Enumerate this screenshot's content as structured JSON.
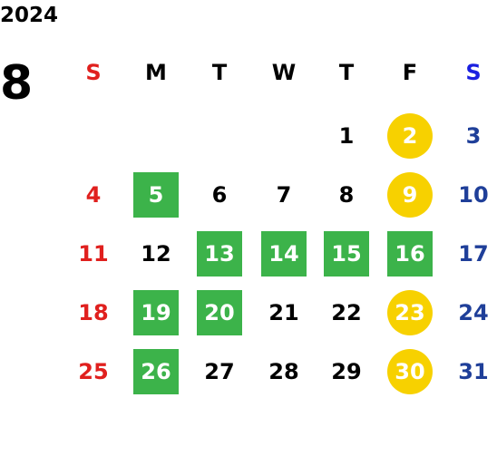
{
  "calendar": {
    "year": "2024",
    "month": "8",
    "weekdays": [
      {
        "label": "S",
        "color": "#e0201e"
      },
      {
        "label": "M",
        "color": "#000000"
      },
      {
        "label": "T",
        "color": "#000000"
      },
      {
        "label": "W",
        "color": "#000000"
      },
      {
        "label": "T",
        "color": "#000000"
      },
      {
        "label": "F",
        "color": "#000000"
      },
      {
        "label": "S",
        "color": "#1a1fe0"
      }
    ],
    "weeks": [
      [
        null,
        null,
        null,
        null,
        {
          "day": "1"
        },
        {
          "day": "2",
          "mark": "yellow"
        },
        {
          "day": "3"
        }
      ],
      [
        {
          "day": "4"
        },
        {
          "day": "5",
          "mark": "green"
        },
        {
          "day": "6"
        },
        {
          "day": "7"
        },
        {
          "day": "8"
        },
        {
          "day": "9",
          "mark": "yellow"
        },
        {
          "day": "10"
        }
      ],
      [
        {
          "day": "11"
        },
        {
          "day": "12"
        },
        {
          "day": "13",
          "mark": "green"
        },
        {
          "day": "14",
          "mark": "green"
        },
        {
          "day": "15",
          "mark": "green"
        },
        {
          "day": "16",
          "mark": "green"
        },
        {
          "day": "17"
        }
      ],
      [
        {
          "day": "18"
        },
        {
          "day": "19",
          "mark": "green"
        },
        {
          "day": "20",
          "mark": "green"
        },
        {
          "day": "21"
        },
        {
          "day": "22"
        },
        {
          "day": "23",
          "mark": "yellow"
        },
        {
          "day": "24"
        }
      ],
      [
        {
          "day": "25"
        },
        {
          "day": "26",
          "mark": "green"
        },
        {
          "day": "27"
        },
        {
          "day": "28"
        },
        {
          "day": "29"
        },
        {
          "day": "30",
          "mark": "yellow"
        },
        {
          "day": "31"
        }
      ]
    ],
    "colors": {
      "sunday": "#e0201e",
      "saturday": "#1f3f99",
      "weekday": "#000000",
      "green_mark": "#3cb34a",
      "yellow_mark": "#f7d100"
    }
  }
}
